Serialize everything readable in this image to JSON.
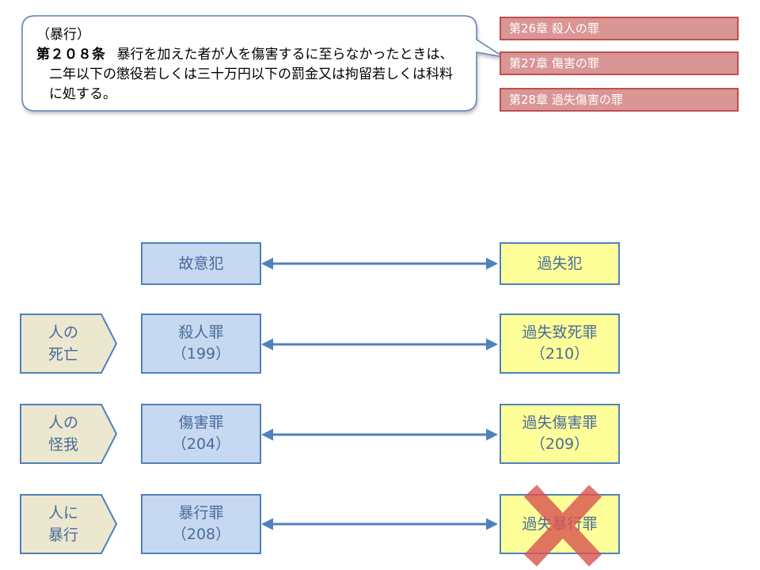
{
  "article": {
    "caption": "（暴行）",
    "number": "第２０８条",
    "text": "暴行を加えた者が人を傷害するに至らなかったときは、二年以下の懲役若しくは三十万円以下の罰金又は拘留若しくは科料に処する。"
  },
  "chapters": [
    "第26章 殺人の罪",
    "第27章 傷害の罪",
    "第28章 過失傷害の罪"
  ],
  "header": {
    "intentional": "故意犯",
    "negligent": "過失犯"
  },
  "rows": [
    {
      "category": [
        "人の",
        "死亡"
      ],
      "intentional": [
        "殺人罪",
        "（199）"
      ],
      "negligent": [
        "過失致死罪",
        "（210）"
      ]
    },
    {
      "category": [
        "人の",
        "怪我"
      ],
      "intentional": [
        "傷害罪",
        "（204）"
      ],
      "negligent": [
        "過失傷害罪",
        "（209）"
      ]
    },
    {
      "category": [
        "人に",
        "暴行"
      ],
      "intentional": [
        "暴行罪",
        "（208）"
      ],
      "negligent": [
        "過失暴行罪"
      ]
    }
  ],
  "colors": {
    "arrow": "#4f81bd",
    "cross": "#d9534f",
    "chapter_fill": "#d99694",
    "blue_fill": "#c6d9f1",
    "yellow_fill": "#ffff99"
  }
}
